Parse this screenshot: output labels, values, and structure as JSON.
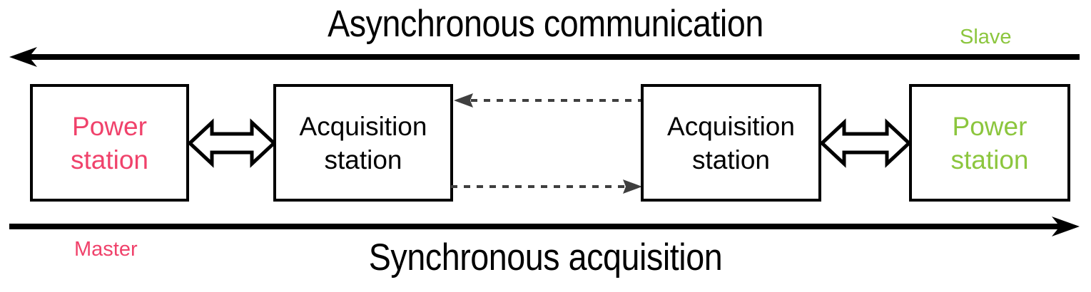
{
  "diagram": {
    "title_top": "Asynchronous communication",
    "title_bottom": "Synchronous acquisition",
    "labels": {
      "slave": "Slave",
      "master": "Master"
    },
    "colors": {
      "master_pink": "#F0426B",
      "slave_green": "#8CC63E",
      "box_stroke": "#000000",
      "dotted_arrow": "#3F3F3F",
      "background": "#FFFFFF"
    },
    "nodes": [
      {
        "id": "power-left",
        "line1": "Power",
        "line2": "station",
        "color": "#F0426B"
      },
      {
        "id": "acq-left",
        "line1": "Acquisition",
        "line2": "station",
        "color": "#000000"
      },
      {
        "id": "acq-right",
        "line1": "Acquisition",
        "line2": "station",
        "color": "#000000"
      },
      {
        "id": "power-right",
        "line1": "Power",
        "line2": "station",
        "color": "#8CC63E"
      }
    ],
    "connectors": {
      "block_arrow_left": {
        "name": "bidirectional-block-arrow",
        "direction": "both"
      },
      "block_arrow_right": {
        "name": "bidirectional-block-arrow",
        "direction": "both"
      },
      "dotted_top": {
        "name": "dotted-arrow-left",
        "direction": "left"
      },
      "dotted_bottom": {
        "name": "dotted-arrow-right",
        "direction": "right"
      },
      "long_arrow_top": {
        "name": "asynchronous-communication-arrow",
        "direction": "left"
      },
      "long_arrow_bottom": {
        "name": "synchronous-acquisition-arrow",
        "direction": "right"
      }
    }
  }
}
